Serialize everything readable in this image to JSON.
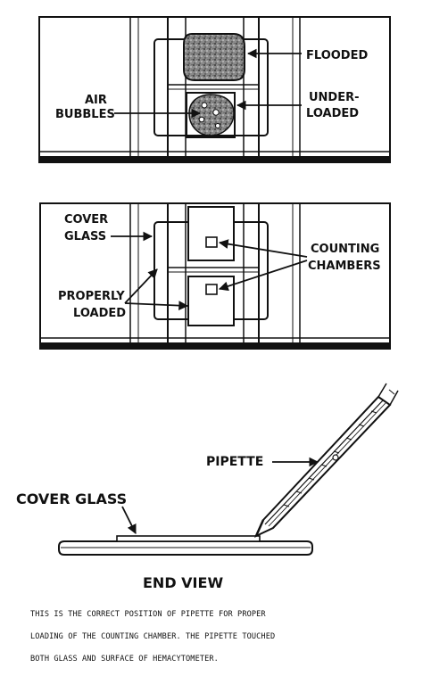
{
  "panel_top": {
    "label_flooded": "FLOODED",
    "label_under_1": "UNDER-",
    "label_under_2": "LOADED",
    "label_air_1": "AIR",
    "label_air_2": "BUBBLES"
  },
  "panel_middle": {
    "label_cover_1": "COVER",
    "label_cover_2": "GLASS",
    "label_counting_1": "COUNTING",
    "label_counting_2": "CHAMBERS",
    "label_proper_1": "PROPERLY",
    "label_proper_2": "LOADED"
  },
  "panel_bottom": {
    "label_pipette": "PIPETTE",
    "label_cover_glass": "COVER GLASS",
    "label_end_view": "END VIEW"
  },
  "caption": {
    "line_1": "THIS IS THE CORRECT POSITION OF PIPETTE FOR PROPER",
    "line_2": "LOADING OF THE COUNTING CHAMBER.  THE PIPETTE TOUCHED",
    "line_3": "BOTH GLASS AND SURFACE OF HEMACYTOMETER."
  }
}
